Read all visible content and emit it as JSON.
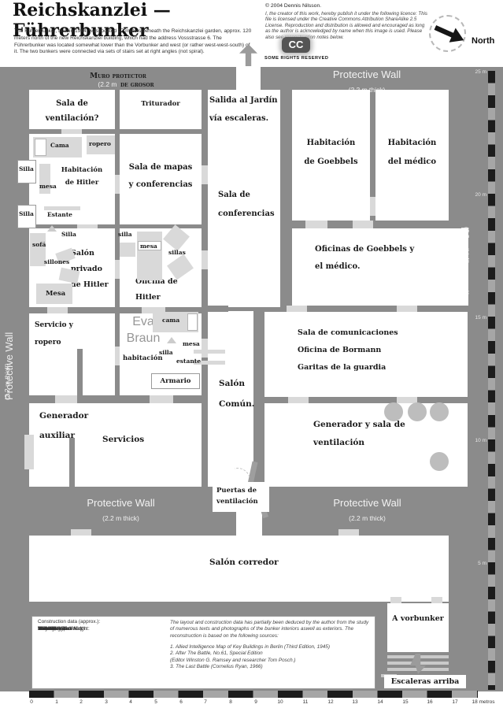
{
  "header": {
    "title": "Reichskanzlei — Führerbunker",
    "intro": "The Führerbunker, built in 1944, was located 17 meters beneath the Reichskanzlei garden, approx. 120 meters north of the new Reichskanzlei building, which had the address Vossstrasse 6. The Führerbunker was located somewhat lower than the Vorbunker and west (or rather west-west-south) of it. The two bunkers were connected via sets of stairs set at right angles (not spiral).",
    "copyright": "© 2004 Dennis Nilsson.",
    "license": "I, the creator of this work, hereby publish it under the following licence: This file is licensed under the Creative Commons Attribution ShareAlike 2.5 License. Reproduction and distribution is allowed and encouraged as long as the author is acknowledged by name when this image is used. Please also see reconstruction notes below.",
    "cc": "CC",
    "cc_sub": "SOME RIGHTS RESERVED",
    "north": "North"
  },
  "walls": {
    "protective": "Protective Wall",
    "thick": "(2.2 m thick)",
    "muro1": "Muro protector",
    "muro2a": "(2.2 m",
    "muro2b": "de grosor"
  },
  "rooms": {
    "ventilacion": "Sala de\nventilación?",
    "triturador": "Triturador",
    "salida": "Salida al Jardín\nvía escaleras.",
    "goebbels": "Habitación\nde Goebbels",
    "medico": "Habitación\ndel médico",
    "hab_hitler": "Habitación\nde Hitler",
    "mapas": "Sala de mapas\ny conferencias",
    "conferencias": "Sala de\nconferencias",
    "oficinas": "Oficinas de Goebbels y\nel médico.",
    "salon_privado": "Salón\nprivado\nde Hitler",
    "oficina_hitler": "Oficina de\nHitler",
    "servicio": "Servicio y\nropero",
    "eva": "Eva\nBraun",
    "eva_hab": "habitación",
    "comun": "Salón\nComún.",
    "comunicaciones": "Sala de comunicaciones\nOficina de Bormann\nGaritas de la guardia",
    "generador_aux": "Generador\nauxiliar",
    "servicios": "Servicios",
    "generador_vent": "Generador y sala de\nventilación",
    "puertas": "Puertas de\nventilación",
    "corredor": "Salón corredor",
    "vorbunker": "A vorbunker",
    "escaleras": "Escaleras arriba"
  },
  "furniture": {
    "cama": "Cama",
    "ropero": "ropero",
    "silla_a": "Silla",
    "silla_b": "Silla",
    "mesa_a": "mesa",
    "estante_a": "Estante",
    "sofa": "sofá",
    "silla_c": "Silla",
    "sillones": "sillones",
    "mesa_b": "Mesa",
    "silla_d": "silla",
    "mesa_c": "mesa",
    "sillas": "sillas",
    "cama_b": "cama",
    "mesa_d": "mesa",
    "silla_e": "silla",
    "estante_b": "estante",
    "armario": "Armario"
  },
  "construction": {
    "title": "Construction data (approx.):",
    "rows": [
      {
        "label": "Material:",
        "value": "Concrete"
      },
      {
        "label": "Protective Wall Width:",
        "value": "220 cm"
      },
      {
        "label": "Protective Roof Height:",
        "value": "280 cm"
      },
      {
        "label": "Wall Width (interior):",
        "value": "15-20 cm"
      },
      {
        "label": "Door Heights:",
        "value": "180-200 cm"
      },
      {
        "label": "Door Widths:",
        "value": "120 cm"
      },
      {
        "label": "Room Heights:",
        "value": "2-3 m"
      },
      {
        "label": "Room Sizes:",
        "value": "Varying; 3 - 5 m"
      }
    ]
  },
  "sources": {
    "intro": "The layout and construction data has partially been deduced by the author from the study of numerous texts and photographs of the bunker interiors aswell as exteriors. The reconstruction is based on the following sources:",
    "lines": [
      "1. Allied Intelligence Map of Key Buildings in Berlin (Third Edition, 1945)",
      "2. After The Battle, No.61, Special Edition",
      "(Editor Winston G. Ramsey and researcher Tom Posch.)",
      "3. The Last Battle (Cornelius Ryan, 1966)"
    ]
  },
  "scales": {
    "v": [
      "25 m",
      "20 m",
      "15 m",
      "10 m",
      "5 m"
    ],
    "h": [
      "0",
      "1",
      "2",
      "3",
      "4",
      "5",
      "6",
      "7",
      "8",
      "9",
      "10",
      "11",
      "12",
      "13",
      "14",
      "15",
      "16",
      "17",
      "18 metros"
    ]
  }
}
